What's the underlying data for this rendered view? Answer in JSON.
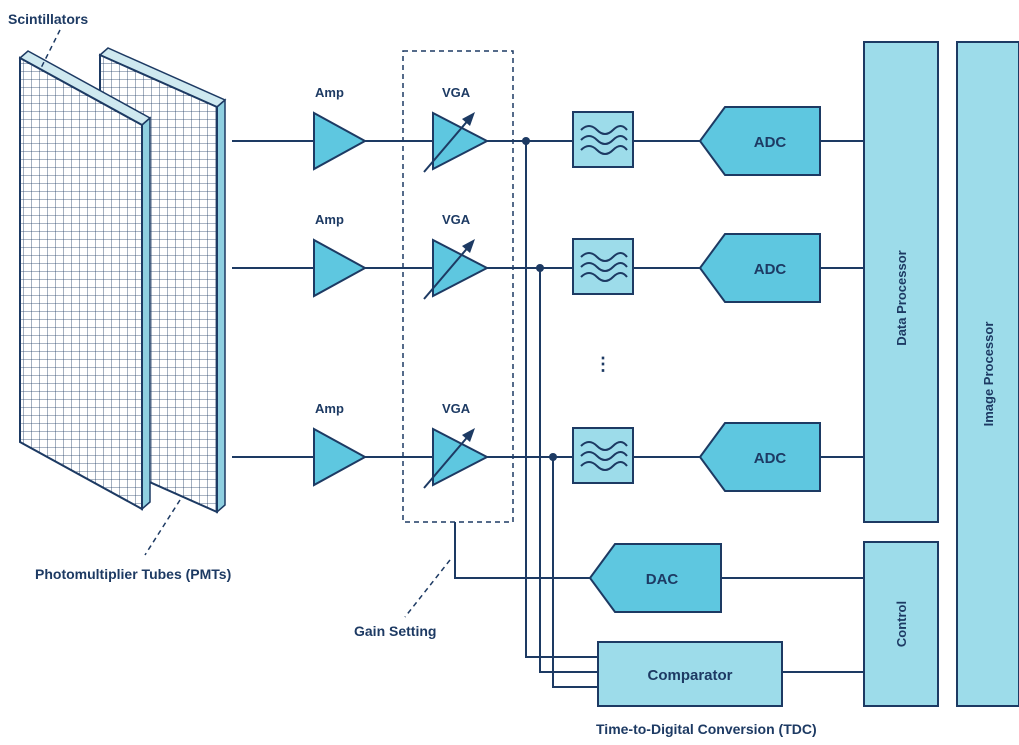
{
  "labels": {
    "scintillators": "Scintillators",
    "pmts": "Photomultiplier Tubes (PMTs)",
    "gain_setting": "Gain Setting",
    "tdc": "Time-to-Digital Conversion (TDC)",
    "data_processor": "Data Processor",
    "image_processor": "Image Processor",
    "control": "Control",
    "comparator": "Comparator",
    "dac": "DAC",
    "ellipsis": "⋮"
  },
  "channels": [
    {
      "amp": "Amp",
      "vga": "VGA",
      "adc": "ADC"
    },
    {
      "amp": "Amp",
      "vga": "VGA",
      "adc": "ADC"
    },
    {
      "amp": "Amp",
      "vga": "VGA",
      "adc": "ADC"
    }
  ],
  "colors": {
    "stroke": "#1d3a63",
    "block": "#5ec7e0",
    "block_light": "#9ddcea",
    "gain_region": "#e3f4f8"
  }
}
